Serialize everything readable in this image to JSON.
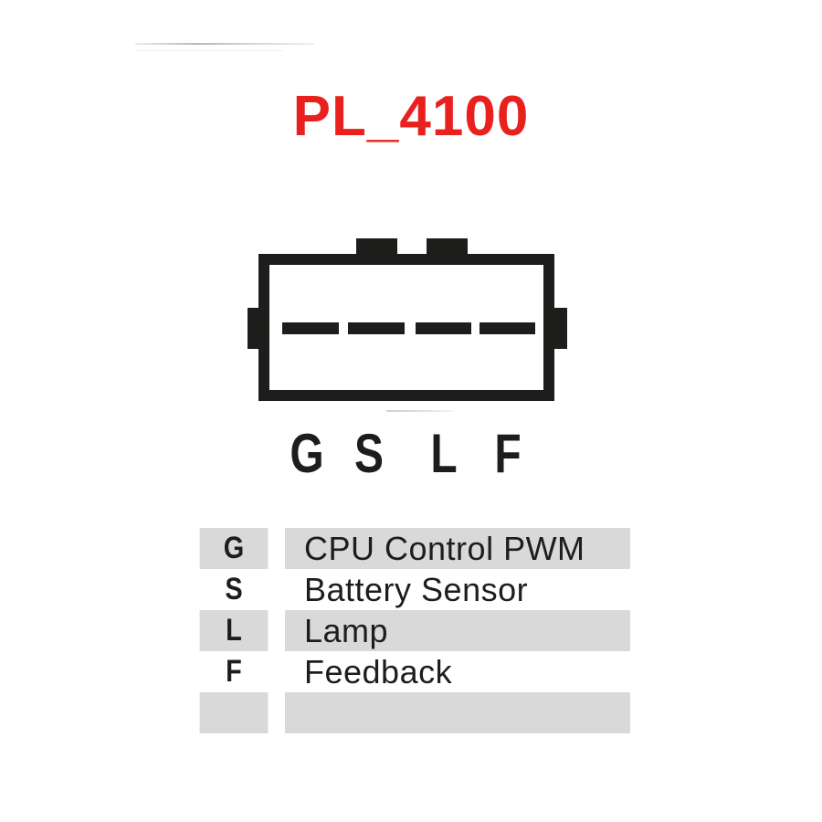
{
  "page": {
    "title": "PL_4100"
  },
  "colors": {
    "accent_red": "#e8211e",
    "diagram_black": "#1d1d1b",
    "row_gray": "#d9d9d9",
    "background": "#ffffff"
  },
  "connector": {
    "pin_slot_count": 4,
    "pin_labels": [
      "G",
      "S",
      "L",
      "F"
    ]
  },
  "pin_table": {
    "rows": [
      {
        "pin": "G",
        "description": "CPU Control PWM"
      },
      {
        "pin": "S",
        "description": "Battery Sensor"
      },
      {
        "pin": "L",
        "description": "Lamp"
      },
      {
        "pin": "F",
        "description": "Feedback"
      },
      {
        "pin": "",
        "description": ""
      }
    ]
  }
}
